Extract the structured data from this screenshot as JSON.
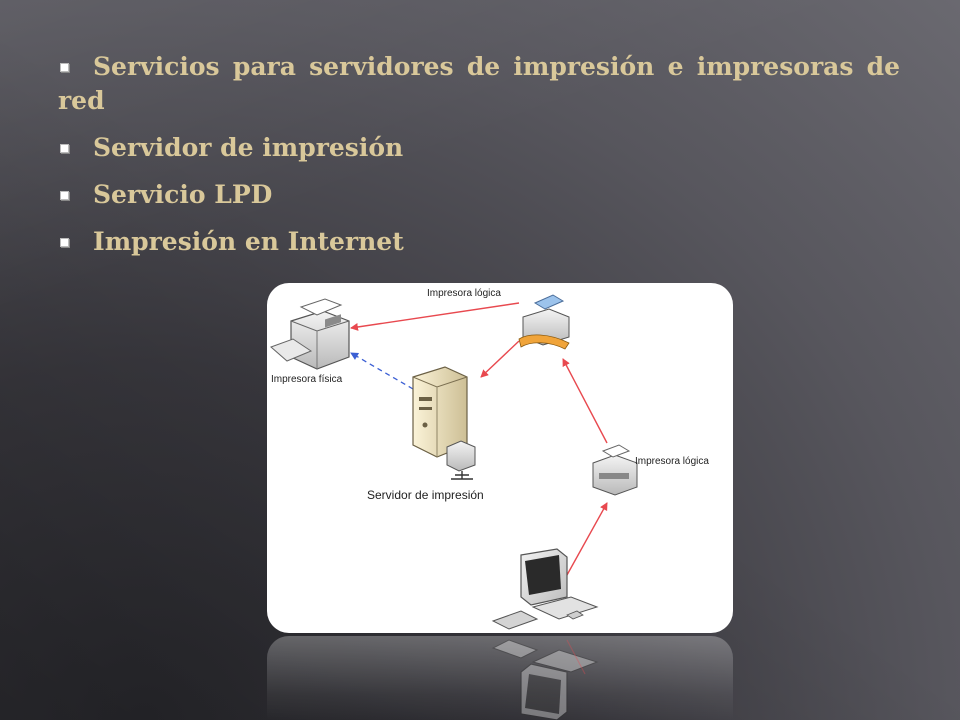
{
  "bullets": [
    "Servicios para servidores de impresión e impresoras de red",
    "Servidor de impresión",
    "Servicio LPD",
    "Impresión en Internet"
  ],
  "diagram": {
    "logical_printer_top": "Impresora lógica",
    "logical_printer_right": "Impresora lógica",
    "physical_printer": "Impresora física",
    "print_server": "Servidor de impresión"
  },
  "colors": {
    "bullet_text": "#d9c89a",
    "arrow": "#e8494f",
    "dashed_arrow": "#3b5fd4"
  },
  "icons": [
    "square-bullet-icon",
    "printer-icon",
    "server-icon",
    "computer-icon"
  ]
}
